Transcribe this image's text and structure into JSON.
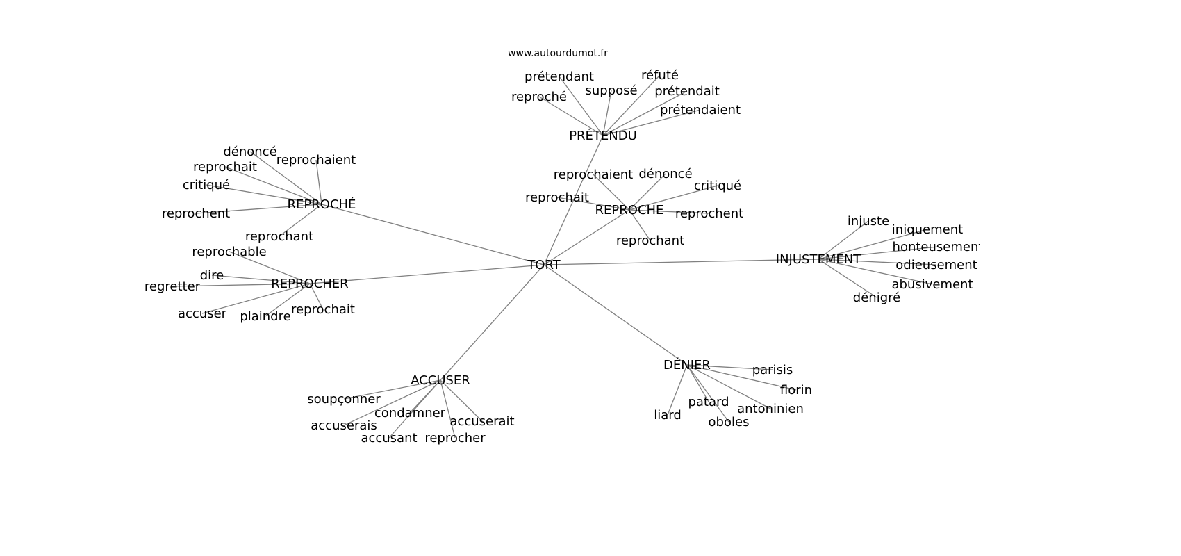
{
  "title": "www.autourdumot.fr",
  "colors": {
    "edge": "#808080",
    "text": "#000000",
    "background": "#ffffff"
  },
  "nodes": [
    "TORT",
    "REPROCHÉ",
    "dénoncé",
    "reprochaient",
    "reprochait",
    "critiqué",
    "reprochent",
    "reprochant",
    "REPROCHER",
    "reprochable",
    "dire",
    "regretter",
    "accuser",
    "plaindre",
    "reprochait",
    "ACCUSER",
    "soupçonner",
    "condamner",
    "accuserais",
    "accusant",
    "reprocher",
    "accuserait",
    "DÉNIER",
    "parisis",
    "florin",
    "antoninien",
    "patard",
    "oboles",
    "liard",
    "INJUSTEMENT",
    "injuste",
    "iniquement",
    "honteusement",
    "odieusement",
    "abusivement",
    "dénigré",
    "REPROCHE",
    "reprochaient",
    "dénoncé",
    "critiqué",
    "reprochent",
    "reprochant",
    "reprochait",
    "PRÉTENDU",
    "reproché",
    "prétendant",
    "supposé",
    "réfuté",
    "prétendait",
    "prétendaient"
  ],
  "edges": [
    [
      0,
      1
    ],
    [
      0,
      8
    ],
    [
      0,
      15
    ],
    [
      0,
      22
    ],
    [
      0,
      29
    ],
    [
      0,
      36
    ],
    [
      0,
      43
    ],
    [
      1,
      2
    ],
    [
      1,
      3
    ],
    [
      1,
      4
    ],
    [
      1,
      5
    ],
    [
      1,
      6
    ],
    [
      1,
      7
    ],
    [
      8,
      9
    ],
    [
      8,
      10
    ],
    [
      8,
      11
    ],
    [
      8,
      12
    ],
    [
      8,
      13
    ],
    [
      8,
      14
    ],
    [
      15,
      16
    ],
    [
      15,
      17
    ],
    [
      15,
      18
    ],
    [
      15,
      19
    ],
    [
      15,
      20
    ],
    [
      15,
      21
    ],
    [
      22,
      23
    ],
    [
      22,
      24
    ],
    [
      22,
      25
    ],
    [
      22,
      26
    ],
    [
      22,
      27
    ],
    [
      22,
      28
    ],
    [
      29,
      30
    ],
    [
      29,
      31
    ],
    [
      29,
      32
    ],
    [
      29,
      33
    ],
    [
      29,
      34
    ],
    [
      29,
      35
    ],
    [
      36,
      37
    ],
    [
      36,
      38
    ],
    [
      36,
      39
    ],
    [
      36,
      40
    ],
    [
      36,
      41
    ],
    [
      36,
      42
    ],
    [
      43,
      44
    ],
    [
      43,
      45
    ],
    [
      43,
      46
    ],
    [
      43,
      47
    ],
    [
      43,
      48
    ],
    [
      43,
      49
    ]
  ]
}
